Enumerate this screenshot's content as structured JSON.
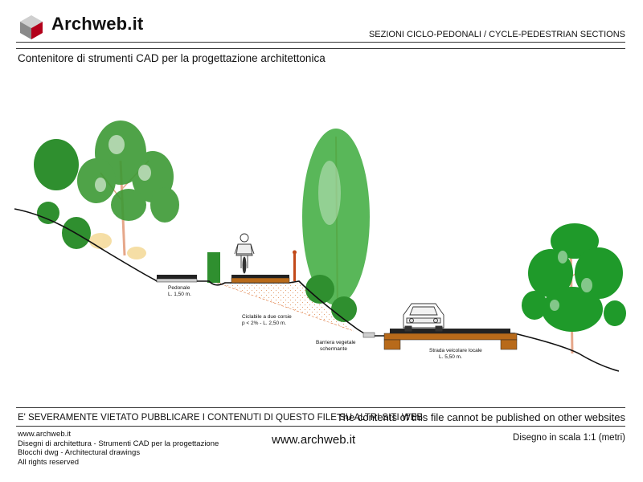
{
  "header": {
    "brand": "Archweb.it",
    "section_title": "SEZIONI CICLO-PEDONALI  /  CYCLE-PEDESTRIAN SECTIONS",
    "subtitle": "Contenitore di strumenti CAD per la progettazione architettonica"
  },
  "drawing": {
    "labels": {
      "pedonale": [
        "Pedonale",
        "L. 1,50 m."
      ],
      "ciclabile": [
        "Ciclabile a due corsie",
        "p < 2% - L. 2,50 m."
      ],
      "barriera": [
        "Barriera vegetale",
        "schermante"
      ],
      "strada": [
        "Strada veicolare locale",
        "L. 5,50 m."
      ]
    },
    "colors": {
      "tree_green": "#2e9a2e",
      "trunk": "#e6a78a",
      "pavement": "#222222",
      "subbase": "#b86a1a",
      "ground_line": "#111111"
    }
  },
  "footer": {
    "warning_it": "E' SEVERAMENTE VIETATO PUBBLICARE I CONTENUTI DI QUESTO FILE SU ALTRI SITI WEB",
    "warning_en": "The contents of this file cannot be published on other websites",
    "left_lines": [
      "www.archweb.it",
      "Disegni di architettura - Strumenti CAD  per la progettazione",
      "Blocchi dwg - Architectural drawings",
      "All rights reserved"
    ],
    "url": "www.archweb.it",
    "scale": "Disegno in scala 1:1 (metri)"
  }
}
